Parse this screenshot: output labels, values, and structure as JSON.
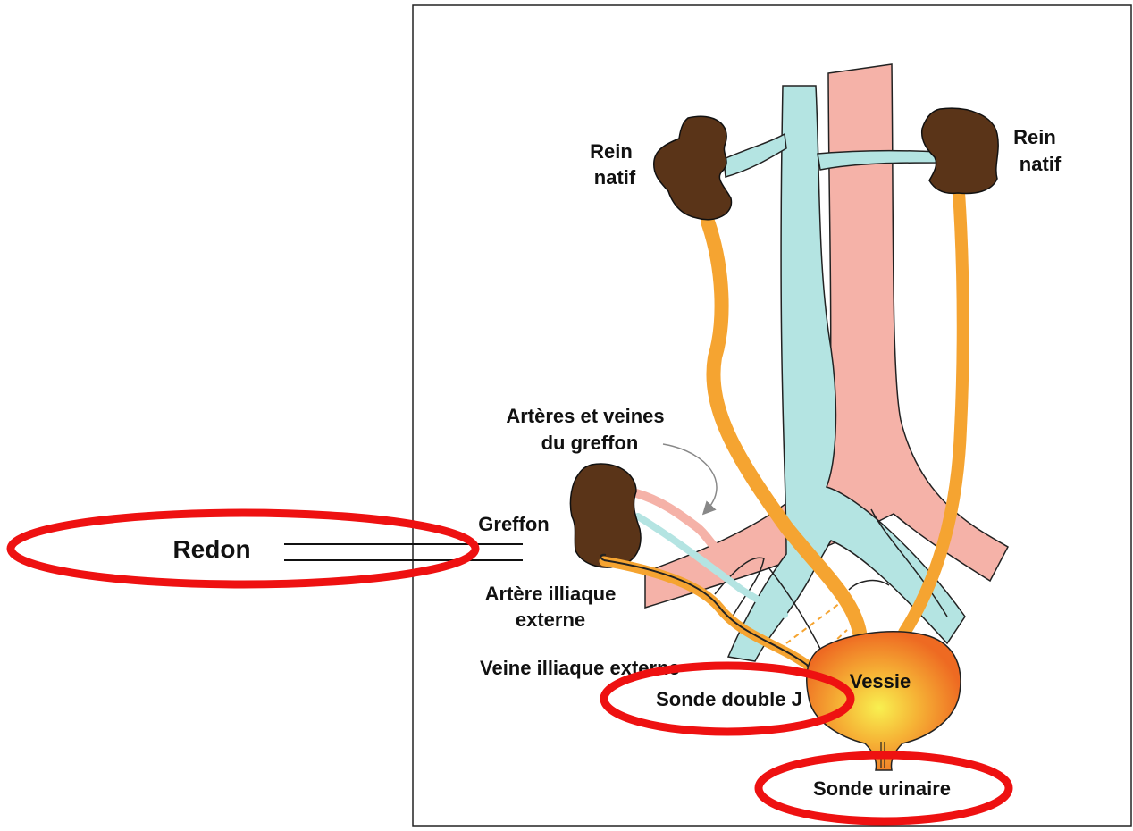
{
  "labels": {
    "rein_natif_left_1": "Rein",
    "rein_natif_left_2": "natif",
    "rein_natif_right_1": "Rein",
    "rein_natif_right_2": "natif",
    "arteres_veines_1": "Artères et veines",
    "arteres_veines_2": "du greffon",
    "greffon": "Greffon",
    "artere_illiaque_1": "Artère illiaque",
    "artere_illiaque_2": "externe",
    "veine_illiaque": "Veine illiaque externe",
    "vessie": "Vessie"
  },
  "annotations": {
    "redon": "Redon",
    "sonde_double_j": "Sonde double J",
    "sonde_urinaire": "Sonde urinaire"
  },
  "colors": {
    "kidney": "#5a3418",
    "vein": "#b4e4e2",
    "artery": "#f5b2a8",
    "ureter": "#f5a431",
    "highlight": "#ee1111",
    "bladder_center": "#f8e94a",
    "bladder_edge": "#ee6d22"
  }
}
